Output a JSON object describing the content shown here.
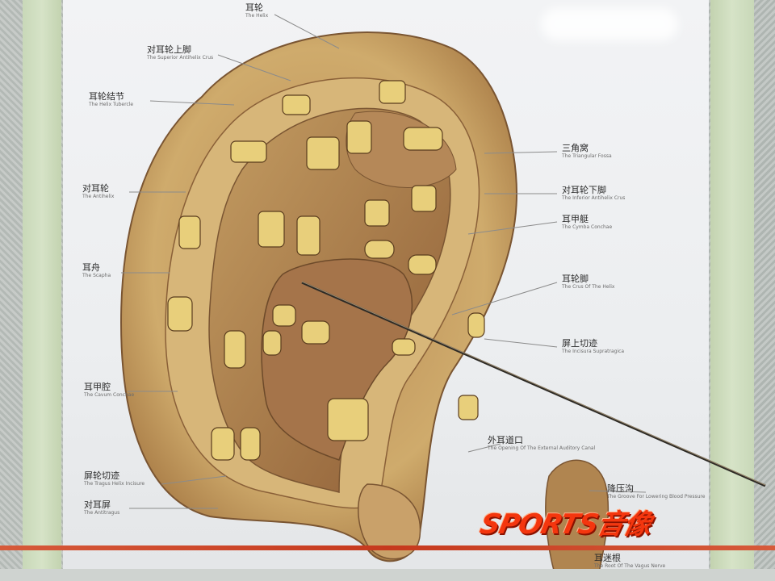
{
  "logo": {
    "text": "SPORTS音像"
  },
  "labels_left": [
    {
      "zh": "耳轮",
      "en": "The Helix"
    },
    {
      "zh": "对耳轮上脚",
      "en": "The Superior Antihelix Crus"
    },
    {
      "zh": "耳轮结节",
      "en": "The Helix Tubercle"
    },
    {
      "zh": "对耳轮",
      "en": "The Antihelix"
    },
    {
      "zh": "耳舟",
      "en": "The Scapha"
    },
    {
      "zh": "耳甲腔",
      "en": "The Cavum Conchae"
    },
    {
      "zh": "屏轮切迹",
      "en": "The Tragus Helix Incisure"
    },
    {
      "zh": "对耳屏",
      "en": "The Antitragus"
    }
  ],
  "labels_right": [
    {
      "zh": "三角窝",
      "en": "The Triangular Fossa"
    },
    {
      "zh": "对耳轮下脚",
      "en": "The Inferior Antihelix Crus"
    },
    {
      "zh": "耳甲艇",
      "en": "The Cymba Conchae"
    },
    {
      "zh": "耳轮脚",
      "en": "The Crus Of The Helix"
    },
    {
      "zh": "屏上切迹",
      "en": "The Incisura Supratragica"
    },
    {
      "zh": "外耳道口",
      "en": "The Opening Of The External Auditory Canal"
    },
    {
      "zh": "降压沟",
      "en": "The Groove For Lowering Blood Pressure"
    },
    {
      "zh": "耳迷根",
      "en": "The Root Of The Vagus Nerve"
    }
  ],
  "colors": {
    "ear_fill": "#c9a667",
    "ear_dark": "#9c6b3e",
    "point_fill": "#e7cf7a",
    "logo_red": "#f4360e"
  }
}
